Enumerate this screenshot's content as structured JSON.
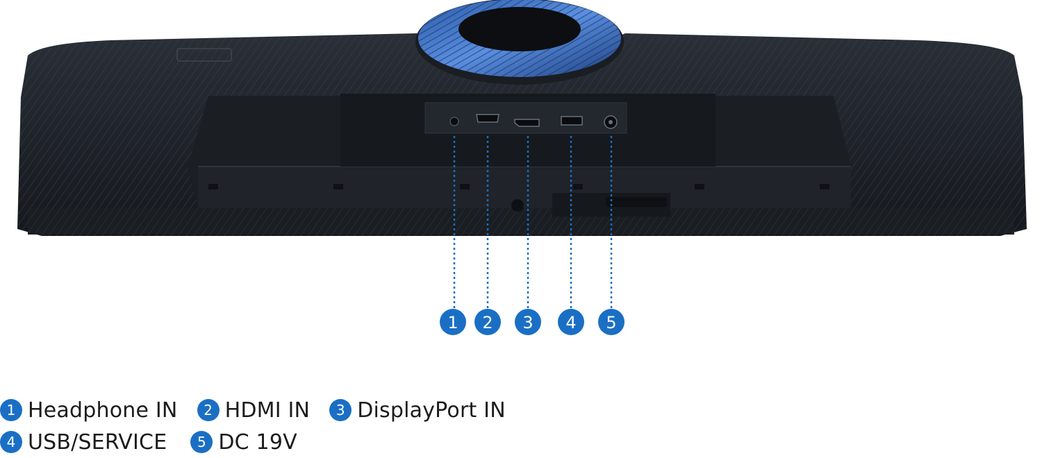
{
  "colors": {
    "accent": "#1a6fc4",
    "monitor_body": "#1e2229",
    "monitor_dark": "#121418",
    "ring_blue": "#3f74c7"
  },
  "ports": [
    {
      "number": "1",
      "label": "Headphone IN",
      "icon": "headphone-jack-icon"
    },
    {
      "number": "2",
      "label": "HDMI IN",
      "icon": "hdmi-port-icon"
    },
    {
      "number": "3",
      "label": "DisplayPort IN",
      "icon": "displayport-icon"
    },
    {
      "number": "4",
      "label": "USB/SERVICE",
      "icon": "usb-port-icon"
    },
    {
      "number": "5",
      "label": "DC 19V",
      "icon": "dc-power-jack-icon"
    }
  ]
}
